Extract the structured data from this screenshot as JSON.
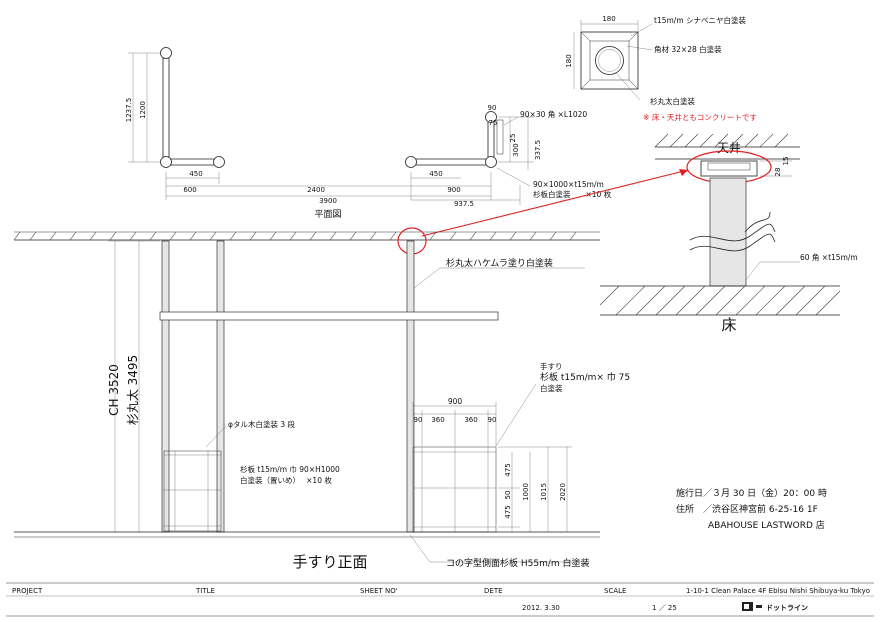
{
  "plan": {
    "dims_top": [
      "450",
      "600",
      "2400",
      "450",
      "900",
      "3900",
      "937.5"
    ],
    "dims_left": [
      "1237.5",
      "1200"
    ],
    "dims_right": [
      "90",
      "75",
      "25",
      "300",
      "337.5"
    ],
    "label_rail": "90×30 角 ×L1020",
    "label_board_1": "90×1000×t15m/m",
    "label_board_2": "杉板白塗装　　×10 枚",
    "title": "平面図"
  },
  "detail": {
    "dim_w": "180",
    "dim_h": "180",
    "label_plywood": "t15m/m シナベニヤ白塗装",
    "label_square": "角材 32×28 白塗装",
    "label_log": "杉丸太白塗装",
    "note_concrete": "※ 床・天井ともコンクリートです",
    "ceiling": "天井",
    "floor": "床",
    "dim_15": "15",
    "dim_28": "28",
    "label_60": "60 角 ×t15m/m"
  },
  "elevation": {
    "ch": "CH 3520",
    "log_height": "杉丸太 3495",
    "label_log_finish": "杉丸太ハケムラ塗り白塗装",
    "label_dowel": "φタル木白塗装 3 段",
    "label_boards_1": "杉板 t15m/m 巾 90×H1000",
    "label_boards_2": "白塗装（置いめ）　 ×10 枚",
    "label_handrail_1": "手すり",
    "label_handrail_2": "杉板 t15m/m× 巾 75",
    "label_handrail_3": "白塗装",
    "dim_900": "900",
    "dim_90a": "90",
    "dim_360a": "360",
    "dim_360b": "360",
    "dim_90b": "90",
    "dim_475a": "475",
    "dim_50": "50",
    "dim_475b": "475",
    "dim_1000": "1000",
    "dim_1015": "1015",
    "dim_2020": "2020",
    "title": "手すり正面",
    "label_channel": "コの字型側面杉板 H55m/m 白塗装"
  },
  "info": {
    "date": "施行日／３月 30 日（金）20：00 時",
    "address": "住所　／渋谷区神宮前 6-25-16 1F",
    "store": "ABAHOUSE LASTWORD 店"
  },
  "title_block": {
    "project": "PROJECT",
    "title": "TITLE",
    "sheet_no": "SHEET NO'",
    "dete": "DETE",
    "scale": "SCALE",
    "company_address": "1-10-1 Clean Palace 4F Ebisu Nishi Shibuya-ku Tokyo",
    "date_value": "2012. 3.30",
    "sheet_value": "1 ／ 25",
    "company": "ドットライン"
  }
}
